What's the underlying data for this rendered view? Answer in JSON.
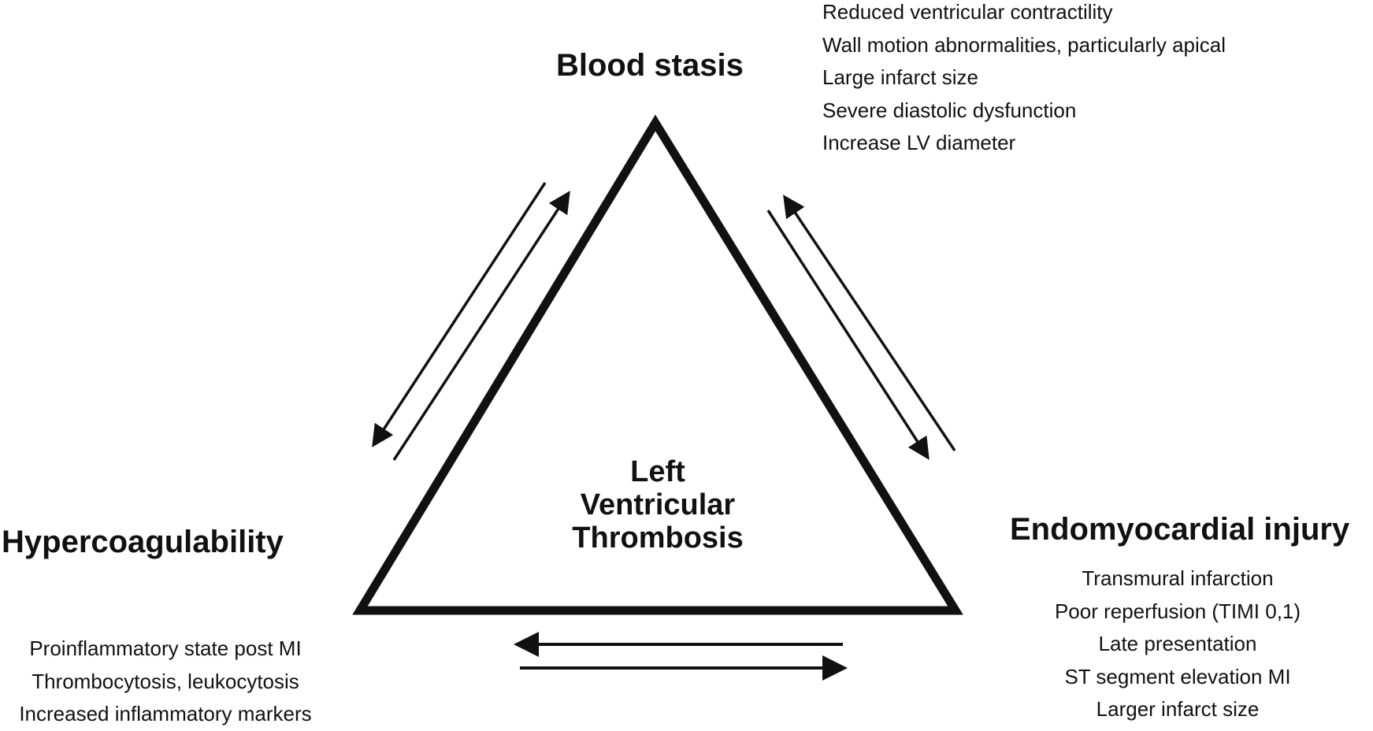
{
  "center": {
    "lines": [
      "Left",
      "Ventricular",
      "Thrombosis"
    ]
  },
  "nodes": {
    "blood_stasis": {
      "title": "Blood stasis",
      "items": [
        "Reduced ventricular contractility",
        "Wall motion abnormalities, particularly apical",
        "Large infarct size",
        "Severe diastolic dysfunction",
        "Increase LV diameter"
      ]
    },
    "hypercoagulability": {
      "title": "Hypercoagulability",
      "items": [
        "Proinflammatory state post MI",
        "Thrombocytosis, leukocytosis",
        "Increased inflammatory markers"
      ]
    },
    "endomyocardial_injury": {
      "title": "Endomyocardial injury",
      "items": [
        "Transmural infarction",
        "Poor reperfusion (TIMI 0,1)",
        "Late presentation",
        "ST segment elevation MI",
        "Larger infarct size"
      ]
    }
  },
  "colors": {
    "stroke": "#111111",
    "background": "#ffffff"
  }
}
